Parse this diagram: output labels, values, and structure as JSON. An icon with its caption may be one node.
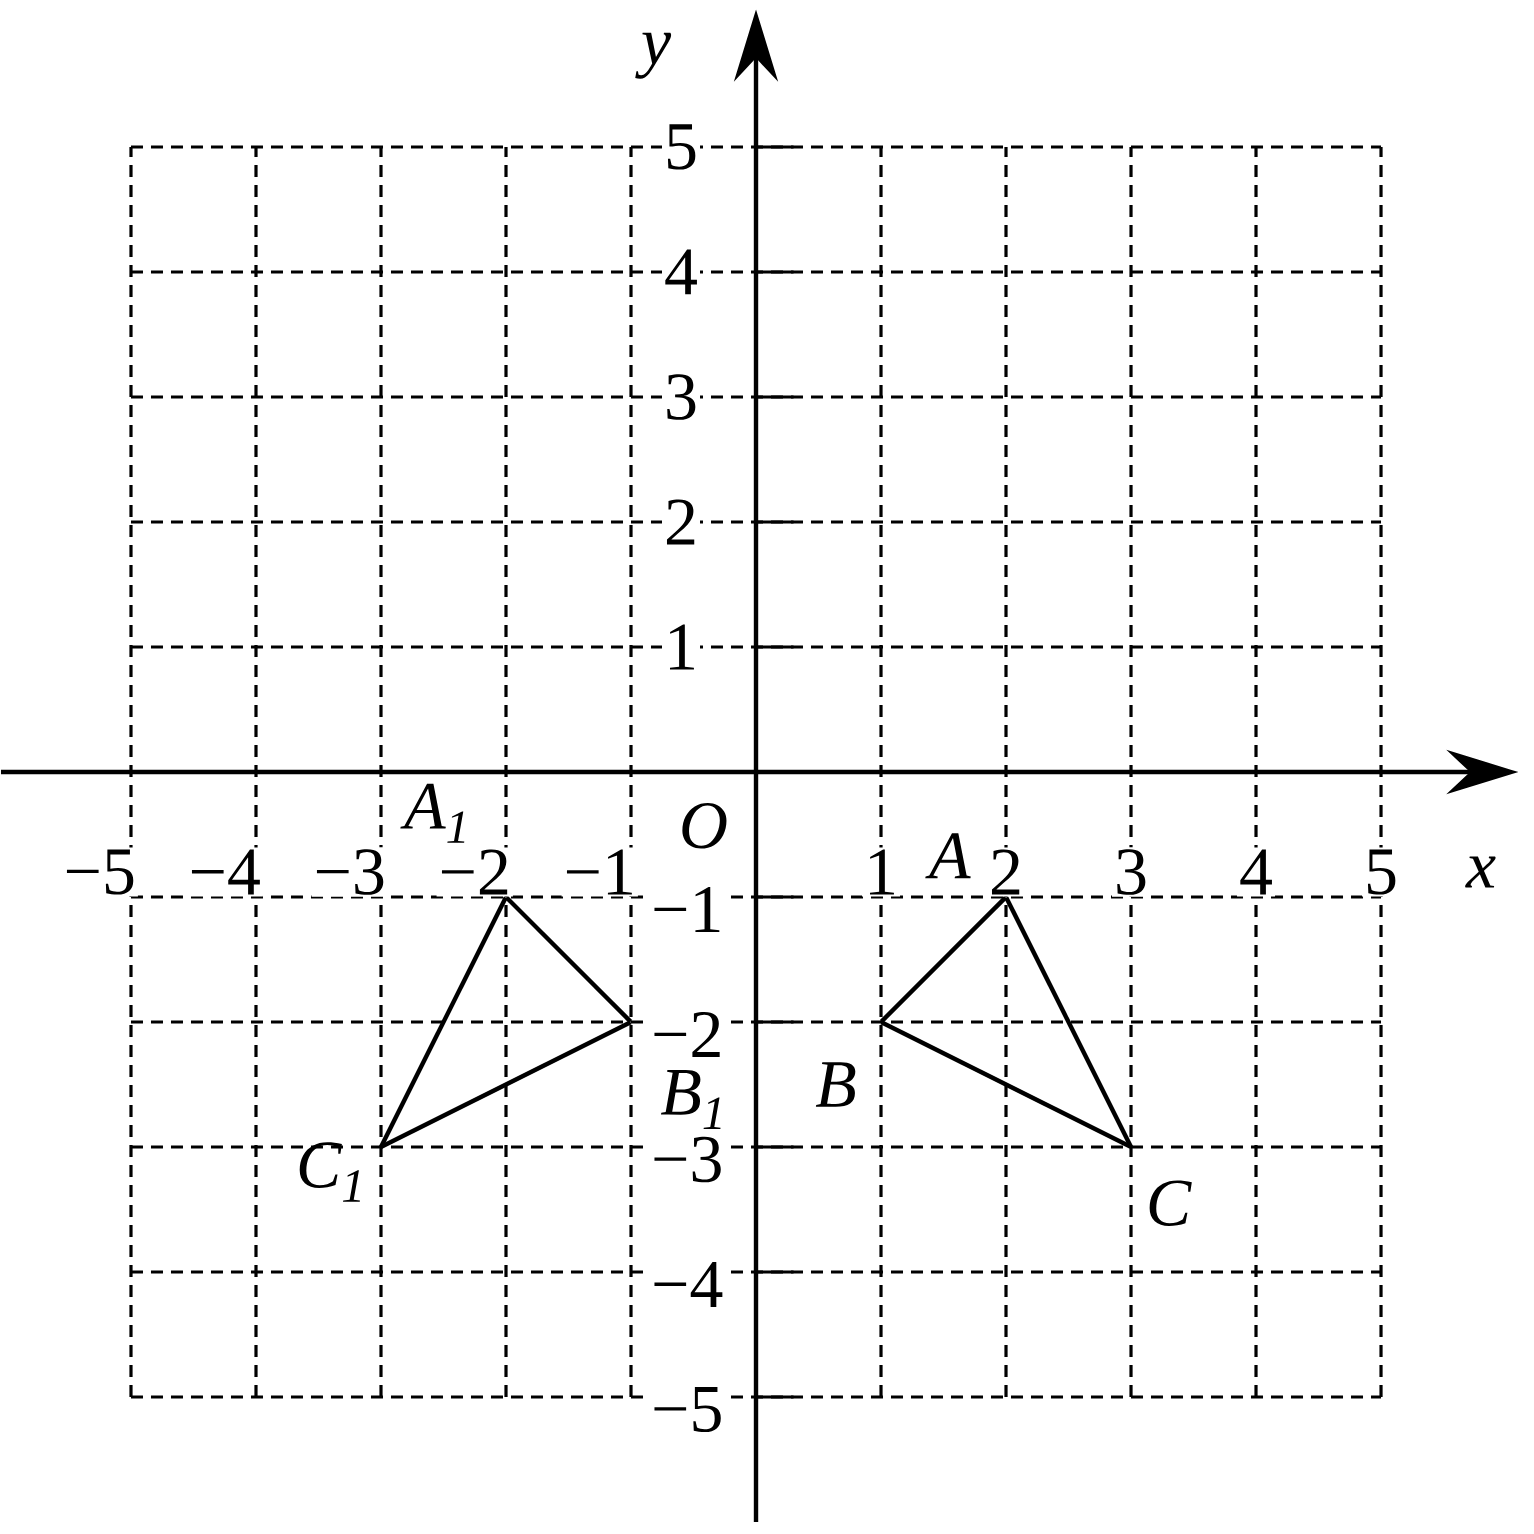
{
  "diagram": {
    "nodes": [
      {
        "text": [
          "A"
        ]
      },
      {
        "text": [
          "B"
        ]
      },
      {
        "text": [
          "C"
        ]
      },
      {
        "text": [
          "A$_{1}$"
        ]
      },
      {
        "text": [
          "B$_{1}$"
        ]
      },
      {
        "text": [
          "C$_{1}$"
        ]
      }
    ],
    "edges": [
      {
        "from": 0,
        "to": 1,
        "arrow": "none"
      },
      {
        "from": 1,
        "to": 2,
        "arrow": "none"
      },
      {
        "from": 2,
        "to": 0,
        "arrow": "none"
      },
      {
        "from": 3,
        "to": 4,
        "arrow": "none"
      },
      {
        "from": 4,
        "to": 5,
        "arrow": "none"
      },
      {
        "from": 5,
        "to": 3,
        "arrow": "none"
      }
    ],
    "labels": [
      "y",
      "5",
      "4",
      "3",
      "2",
      "1",
      "O",
      "−5",
      "−4",
      "−3",
      "−2",
      "−1",
      "1",
      "2",
      "3",
      "4",
      "5",
      "x",
      "−1",
      "−2",
      "−3",
      "−4",
      "−5"
    ]
  }
}
